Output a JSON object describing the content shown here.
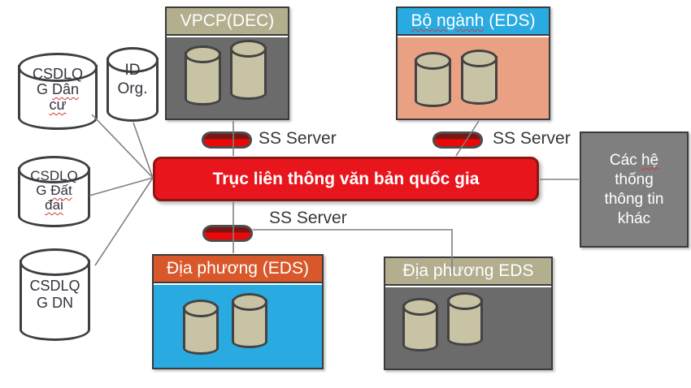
{
  "bus": {
    "label": "Trục liên thông văn bản quốc gia"
  },
  "boxes": {
    "vpcp": {
      "title": "VPCP(DEC)"
    },
    "bo_nganh": {
      "title_main": "Bộ ngành",
      "title_suffix": " (EDS)"
    },
    "dia_phuong_1": {
      "title": "Địa phương (EDS)"
    },
    "dia_phuong_2": {
      "title": "Địa phương EDS"
    },
    "other_systems": {
      "line1a": "Các ",
      "line1b": "hệ",
      "line2": "thống",
      "line3": "thông tin",
      "line4": "khác"
    }
  },
  "databases": {
    "dan_cu": {
      "line1": "CSDLQ",
      "line2a": "G ",
      "line2b": "Dân",
      "line3": "cư"
    },
    "id_org": {
      "line1": "ID",
      "line2": "Org."
    },
    "dat_dai": {
      "line1": "CSDLQ",
      "line2a": "G ",
      "line2b": "Đất",
      "line3": "đai"
    },
    "dn": {
      "line1": "CSDLQ",
      "line2": "G DN"
    }
  },
  "ss_servers": [
    {
      "label": "SS Server"
    },
    {
      "label": "SS Server"
    },
    {
      "label": "SS Server"
    }
  ],
  "colors": {
    "bus_red": "#e9151d",
    "bus_border": "#891712",
    "cyan": "#29abe2",
    "salmon": "#eaa083",
    "orange_header": "#d9582b",
    "khaki_header": "#b2ae8e",
    "box_body_grey": "#6b6b6b",
    "other_box_grey": "#7f7f7f",
    "cylinder_khaki": "#c8c3a4",
    "disk_red": "#ec0808",
    "line_grey": "#808080"
  }
}
